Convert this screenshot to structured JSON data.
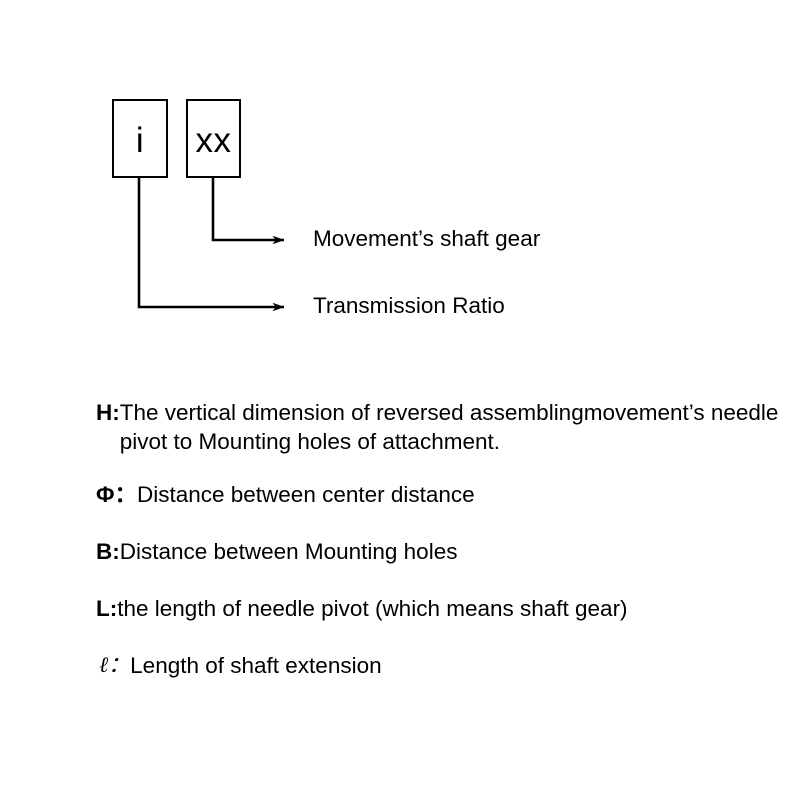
{
  "diagram": {
    "boxes": [
      {
        "id": "transmission-ratio",
        "text": "i"
      },
      {
        "id": "movement-shaft-gear",
        "text": "xx"
      }
    ],
    "callouts": [
      {
        "id": "shaft-gear",
        "label": "Movement’s shaft gear"
      },
      {
        "id": "transmission-ratio",
        "label": "Transmission Ratio"
      }
    ],
    "line_color": "#000000"
  },
  "legend": {
    "rows": [
      {
        "key": "H:",
        "text": "The vertical dimension of reversed assemblingmovement’s needle pivot to Mounting holes of attachment."
      },
      {
        "key": "Φ：",
        "text": "Distance between center distance"
      },
      {
        "key": "B:",
        "text": "Distance between Mounting holes"
      },
      {
        "key": "L:",
        "text": "the length of needle pivot (which means shaft gear)"
      },
      {
        "key": "ℓ：",
        "text": "Length of shaft extension"
      }
    ]
  }
}
